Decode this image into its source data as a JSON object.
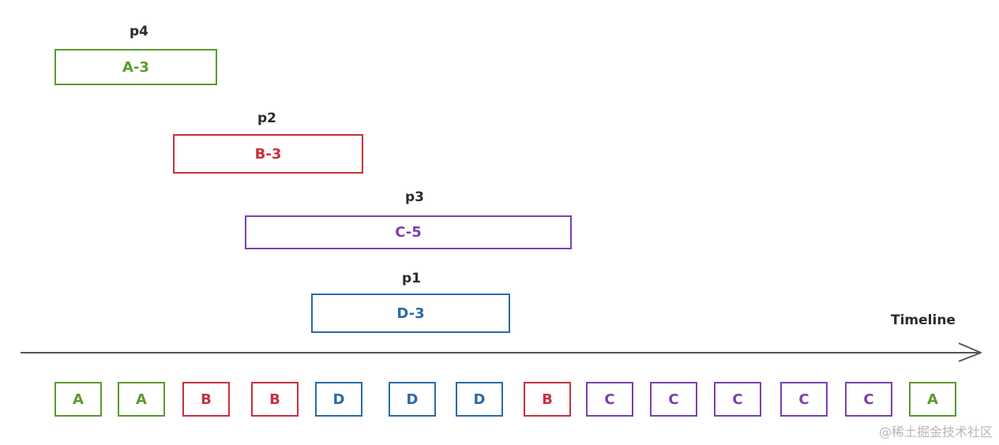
{
  "colors": {
    "A": "#5a9a2e",
    "B": "#c7313a",
    "C": "#7a3fb0",
    "D": "#2a6aa8",
    "axis": "#555555"
  },
  "tasks": [
    {
      "label": "p4",
      "text": "A-3",
      "type": "A"
    },
    {
      "label": "p2",
      "text": "B-3",
      "type": "B"
    },
    {
      "label": "p3",
      "text": "C-5",
      "type": "C"
    },
    {
      "label": "p1",
      "text": "D-3",
      "type": "D"
    }
  ],
  "timeline": {
    "label": "Timeline",
    "slots": [
      {
        "text": "A",
        "type": "A"
      },
      {
        "text": "A",
        "type": "A"
      },
      {
        "text": "B",
        "type": "B"
      },
      {
        "text": "B",
        "type": "B"
      },
      {
        "text": "D",
        "type": "D"
      },
      {
        "text": "D",
        "type": "D"
      },
      {
        "text": "D",
        "type": "D"
      },
      {
        "text": "B",
        "type": "B"
      },
      {
        "text": "C",
        "type": "C"
      },
      {
        "text": "C",
        "type": "C"
      },
      {
        "text": "C",
        "type": "C"
      },
      {
        "text": "C",
        "type": "C"
      },
      {
        "text": "C",
        "type": "C"
      },
      {
        "text": "A",
        "type": "A"
      }
    ]
  },
  "watermark": "@稀土掘金技术社区"
}
